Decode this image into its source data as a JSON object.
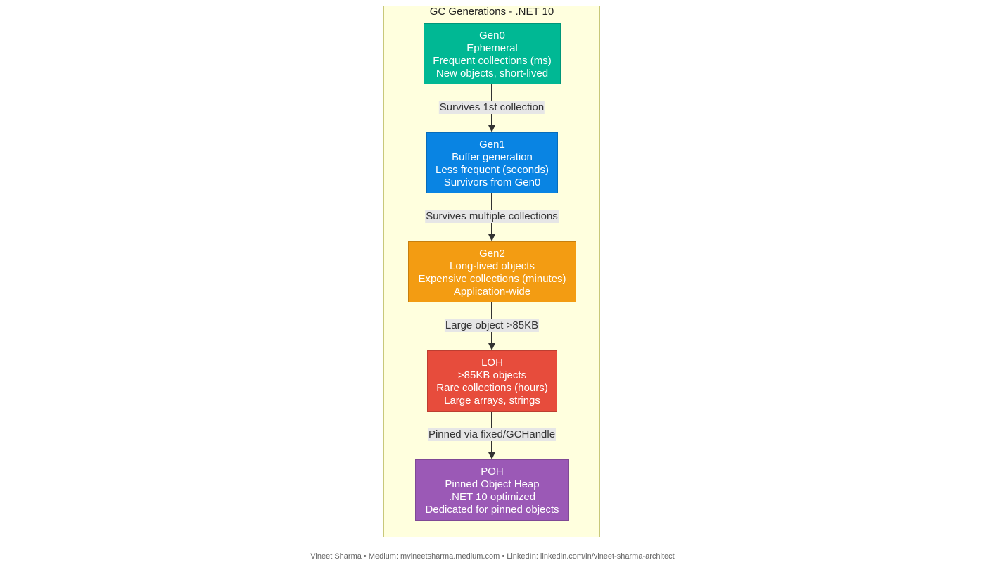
{
  "diagram": {
    "title": "GC Generations - .NET 10",
    "nodes": [
      {
        "id": "gen0",
        "color": "#00b894",
        "lines": [
          "Gen0",
          "Ephemeral",
          "Frequent collections (ms)",
          "New objects, short-lived"
        ]
      },
      {
        "id": "gen1",
        "color": "#0984e3",
        "lines": [
          "Gen1",
          "Buffer generation",
          "Less frequent (seconds)",
          "Survivors from Gen0"
        ]
      },
      {
        "id": "gen2",
        "color": "#f39c12",
        "lines": [
          "Gen2",
          "Long-lived objects",
          "Expensive collections (minutes)",
          "Application-wide"
        ]
      },
      {
        "id": "loh",
        "color": "#e74c3c",
        "lines": [
          "LOH",
          ">85KB objects",
          "Rare collections (hours)",
          "Large arrays, strings"
        ]
      },
      {
        "id": "poh",
        "color": "#9b59b6",
        "lines": [
          "POH",
          "Pinned Object Heap",
          ".NET 10 optimized",
          "Dedicated for pinned objects"
        ]
      }
    ],
    "edges": [
      {
        "from": "gen0",
        "to": "gen1",
        "label": "Survives 1st collection"
      },
      {
        "from": "gen1",
        "to": "gen2",
        "label": "Survives multiple collections"
      },
      {
        "from": "gen2",
        "to": "loh",
        "label": "Large object >85KB"
      },
      {
        "from": "loh",
        "to": "poh",
        "label": "Pinned via fixed/GCHandle"
      }
    ]
  },
  "footer": {
    "text": "Vineet Sharma • Medium: mvineetsharma.medium.com • LinkedIn: linkedin.com/in/vineet-sharma-architect"
  }
}
